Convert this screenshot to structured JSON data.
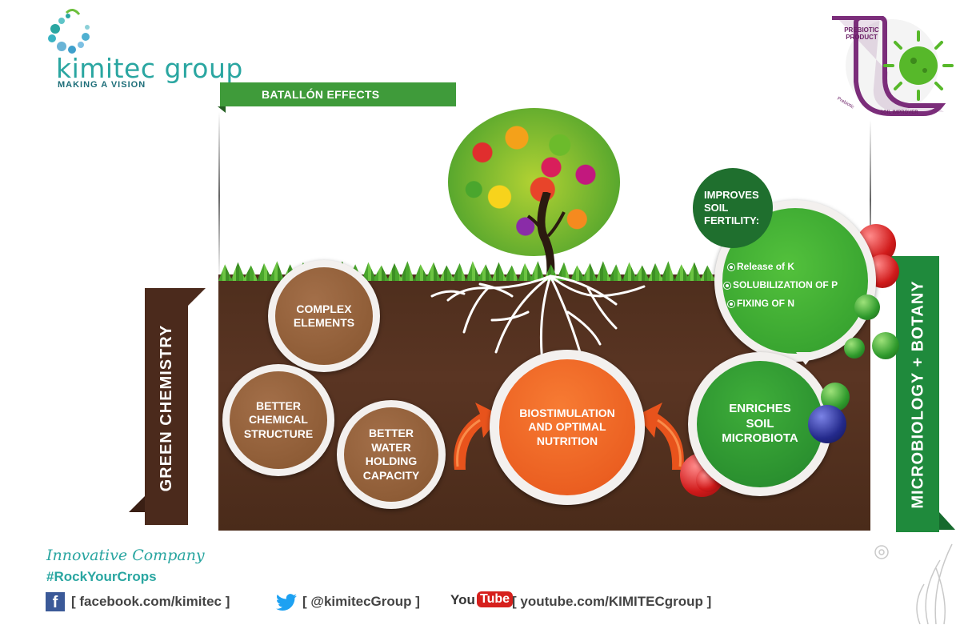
{
  "brand": {
    "name": "kimitec group",
    "tagline": "MAKING A VISION"
  },
  "badge": {
    "top_text": "PREBIOTIC PRODUCT",
    "bottom_text": "SOIL IMPROVER",
    "side_text": "Prebiotic"
  },
  "banner": {
    "title": "BATALLÓN EFFECTS"
  },
  "ribbons": {
    "left": "GREEN CHEMISTRY",
    "right": "MICROBIOLOGY + BOTANY"
  },
  "effects": {
    "complex": [
      "COMPLEX",
      "ELEMENTS"
    ],
    "chemical": [
      "BETTER",
      "CHEMICAL",
      "STRUCTURE"
    ],
    "water": [
      "BETTER",
      "WATER",
      "HOLDING",
      "CAPACITY"
    ],
    "biostimulation": [
      "BIOSTIMULATION",
      "AND OPTIMAL",
      "NUTRITION"
    ],
    "enriches": [
      "ENRICHES",
      "SOIL",
      "MICROBIOTA"
    ],
    "fertility_title": [
      "IMPROVES",
      "SOIL",
      "FERTILITY:"
    ],
    "fertility_items": [
      "Release of K",
      "SOLUBILIZATION OF P",
      "FIXING OF  N"
    ]
  },
  "footer": {
    "innovative": "Innovative Company",
    "hashtag": "#RockYourCrops",
    "facebook": "[ facebook.com/kimitec ]",
    "twitter": "[ @kimitecGroup ]",
    "youtube_you": "You",
    "youtube_tube": "Tube",
    "youtube": "[ youtube.com/KIMITECgroup ]"
  },
  "colors": {
    "brand_teal": "#2aa6a1",
    "green": "#3f9b3a",
    "brown": "#86552f",
    "orange": "#e6541a",
    "soil": "#4e2e1d"
  }
}
